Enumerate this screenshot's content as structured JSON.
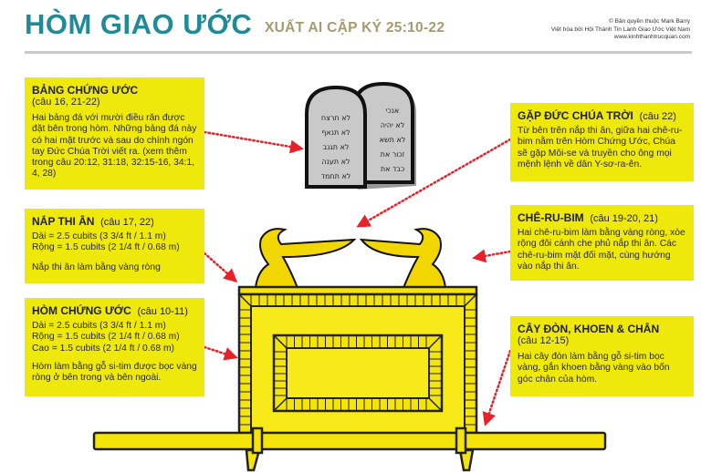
{
  "header": {
    "title": "HÒM GIAO ƯỚC",
    "subtitle": "XUẤT AI CẬP KÝ 25:10-22",
    "credits": [
      "© Bản quyền thuộc Mark Barry",
      "Việt hóa bởi Hội Thánh Tin Lành Giao Ước Việt Nam",
      "www.kinhthanhtrucquan.com"
    ]
  },
  "boxes": {
    "tablets": {
      "heading": "BẢNG CHỨNG ƯỚC",
      "ref": "(câu 16, 21-22)",
      "text": "Hai bảng đá với mười điều răn được đặt bên trong hòm. Những bảng đá này có hai mặt trước và sau do chính ngón tay Đức Chúa Trời viết ra. (xem thêm trong câu 20:12, 31:18, 32:15-16, 34:1, 4, 28)"
    },
    "mercy_seat": {
      "heading": "NẮP THI ÂN",
      "ref": "(câu 17, 22)",
      "dims": [
        "Dài = 2.5 cubits (3 3/4 ft / 1.1 m)",
        "Rộng = 1.5 cubits (2 1/4 ft / 0.68 m)"
      ],
      "text": "Nắp thi ân làm bằng vàng ròng"
    },
    "ark": {
      "heading": "HÒM CHỨNG ƯỚC",
      "ref": "(câu 10-11)",
      "dims": [
        "Dài = 2.5 cubits  (3 3/4 ft / 1.1 m)",
        "Rộng = 1.5 cubits (2 1/4 ft / 0.68 m)",
        "Cao = 1.5 cubits (2 1/4 ft / 0.68 m)"
      ],
      "text": "Hòm làm bằng gỗ si-tim được bọc vàng ròng ở bên trong và bên ngoài."
    },
    "meet_god": {
      "heading": "GẶP ĐỨC CHÚA TRỜI",
      "ref": "(câu 22)",
      "text": "Từ bên trên nắp thi ân, giữa hai chê-ru-bim nằm trên Hòm Chứng Ước, Chúa sẽ gặp Môi-se và truyền cho ông mọi mệnh lệnh về dân Y-sơ-ra-ên."
    },
    "cherubim": {
      "heading": "CHÊ-RU-BIM",
      "ref": "(câu 19-20, 21)",
      "text": "Hai chê-ru-bim làm bằng vàng ròng, xòe rộng đôi cánh che phủ nắp thi ân. Các chê-ru-bim mặt đối mặt, cùng hướng vào nắp thi ân."
    },
    "poles": {
      "heading": "CÂY ĐÒN, KHOEN & CHÂN",
      "ref": "(câu 12-15)",
      "text": "Hai cây đòn làm bằng gỗ si-tim bọc vàng, gắn khoen bằng vàng vào bốn góc chân của hòm."
    }
  },
  "tablets_glyphs": {
    "left": [
      "לא תרצח",
      "לא תנאף",
      "לא תגנב",
      "לא תענה",
      "לא תחמד"
    ],
    "right": [
      "אנכי",
      "לא יהיה",
      "לא תשא",
      "זכור את",
      "כבד את"
    ]
  },
  "colors": {
    "title": "#1f8a98",
    "box": "#eee80b",
    "gold": "#f5e40a",
    "arrow": "#e8202a"
  }
}
